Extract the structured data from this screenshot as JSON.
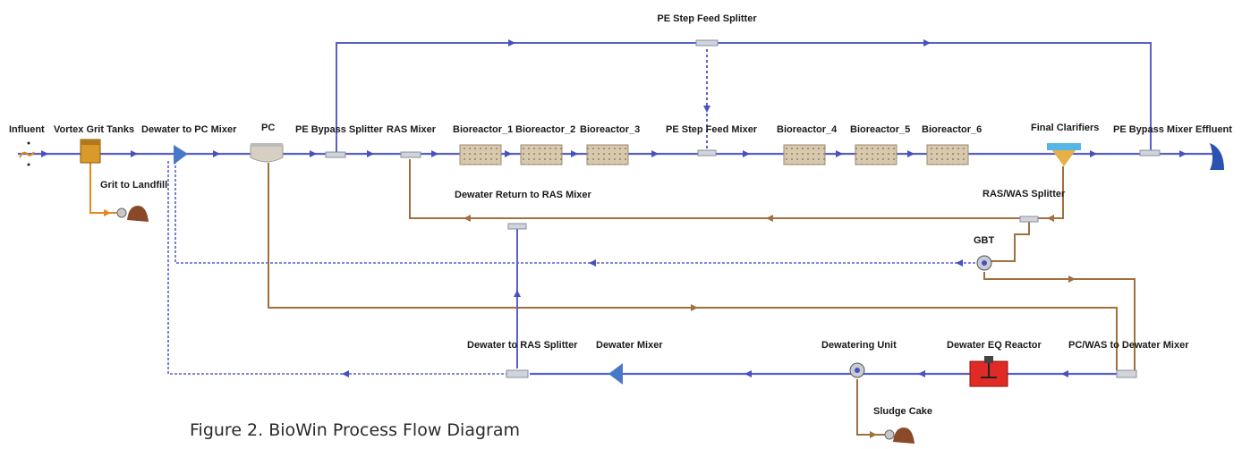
{
  "caption": "Figure 2. BioWin Process Flow Diagram",
  "colors": {
    "liquid": "#5a60c8",
    "sludge": "#a0703e",
    "grit": "#e08a20",
    "reactor_fill": "#d8c9ae",
    "eq_reactor": "#e02a26",
    "clarifier_water": "#56b7e6",
    "clarifier_sludge": "#e6b048"
  },
  "labels": {
    "pe_step_feed_splitter": "PE Step Feed Splitter",
    "influent": "Influent",
    "vortex_grit_tanks": "Vortex Grit Tanks",
    "dewater_to_pc_mixer": "Dewater to PC Mixer",
    "pc": "PC",
    "pe_bypass_splitter": "PE Bypass Splitter",
    "ras_mixer": "RAS Mixer",
    "bioreactor_1": "Bioreactor_1",
    "bioreactor_2": "Bioreactor_2",
    "bioreactor_3": "Bioreactor_3",
    "pe_step_feed_mixer": "PE Step Feed Mixer",
    "bioreactor_4": "Bioreactor_4",
    "bioreactor_5": "Bioreactor_5",
    "bioreactor_6": "Bioreactor_6",
    "final_clarifiers": "Final Clarifiers",
    "pe_bypass_mixer": "PE Bypass Mixer",
    "effluent": "Effluent",
    "grit_to_landfill": "Grit to Landfill",
    "dewater_return_to_ras_mixer": "Dewater Return to RAS Mixer",
    "ras_was_splitter": "RAS/WAS Splitter",
    "gbt": "GBT",
    "dewater_to_ras_splitter": "Dewater to RAS Splitter",
    "dewater_mixer": "Dewater Mixer",
    "dewatering_unit": "Dewatering Unit",
    "dewater_eq_reactor": "Dewater EQ Reactor",
    "pc_was_to_dewater_mixer": "PC/WAS to Dewater Mixer",
    "sludge_cake": "Sludge Cake"
  }
}
